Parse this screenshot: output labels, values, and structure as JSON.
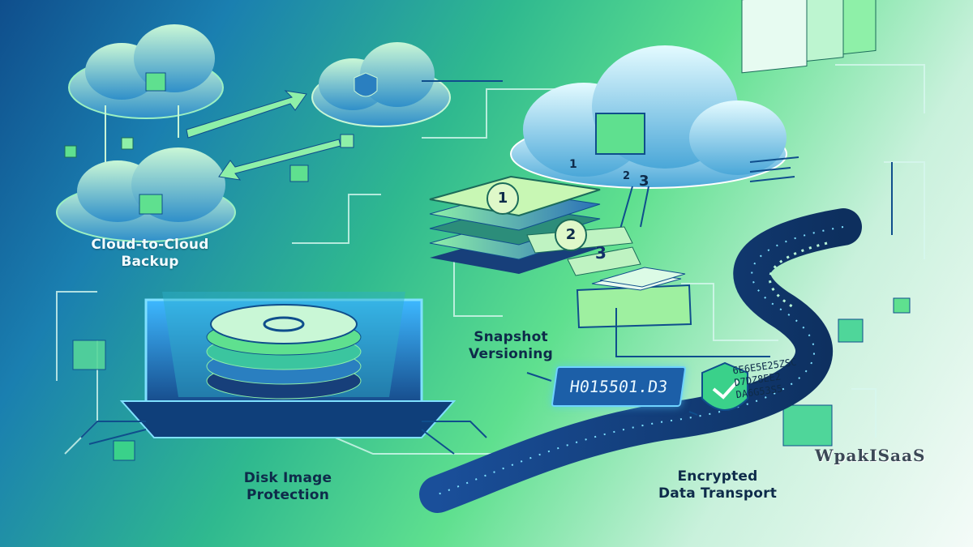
{
  "diagram": {
    "sections": {
      "cloud": {
        "line1": "Cloud-to-Cloud",
        "line2": "Backup"
      },
      "snapshot": {
        "line1": "Snapshot",
        "line2": "Versioning"
      },
      "disk": {
        "line1": "Disk Image",
        "line2": "Protection"
      },
      "transport": {
        "line1": "Encrypted",
        "line2": "Data Transport"
      }
    },
    "version_code": "H015501.D3",
    "hex_lines": [
      "6E6E5E25ZSC",
      "D7DZ8EE2",
      "DA6G53S5"
    ],
    "steps": {
      "one": "1",
      "two": "2",
      "three": "3"
    },
    "brand": "WpakISaaS"
  },
  "colors": {
    "navy": "#0f4e8c",
    "green": "#5fe08f",
    "accent_blue": "#1c5fa8",
    "mint": "#c9f1dc"
  }
}
